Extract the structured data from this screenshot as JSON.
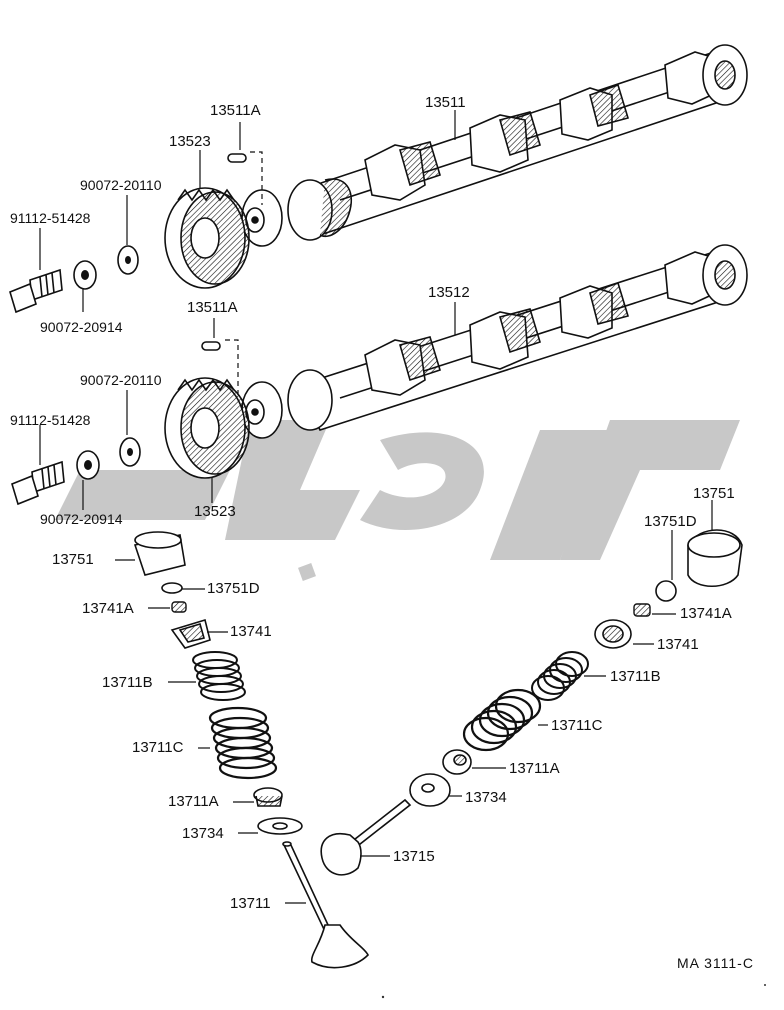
{
  "diagram": {
    "code": "MA 3111-C",
    "colors": {
      "ink": "#111111",
      "watermark": "#c9c9c9",
      "background": "#ffffff"
    },
    "labels": {
      "l_13511A_top": "13511A",
      "l_13523_top": "13523",
      "l_13511": "13511",
      "l_90072_20110_top": "90072-20110",
      "l_91112_51428_top": "91112-51428",
      "l_90072_20914_top": "90072-20914",
      "l_13511A_mid": "13511A",
      "l_13512": "13512",
      "l_90072_20110_mid": "90072-20110",
      "l_91112_51428_mid": "91112-51428",
      "l_90072_20914_mid": "90072-20914",
      "l_13523_mid": "13523",
      "l_13751_left": "13751",
      "l_13751D_left": "13751D",
      "l_13741A_left": "13741A",
      "l_13741_left": "13741",
      "l_13711B_left": "13711B",
      "l_13711C_left": "13711C",
      "l_13711A_left": "13711A",
      "l_13734_left": "13734",
      "l_13711": "13711",
      "l_13751_right": "13751",
      "l_13751D_right": "13751D",
      "l_13741A_right": "13741A",
      "l_13741_right": "13741",
      "l_13711B_right": "13711B",
      "l_13711C_right": "13711C",
      "l_13711A_right": "13711A",
      "l_13734_right": "13734",
      "l_13715": "13715"
    }
  }
}
